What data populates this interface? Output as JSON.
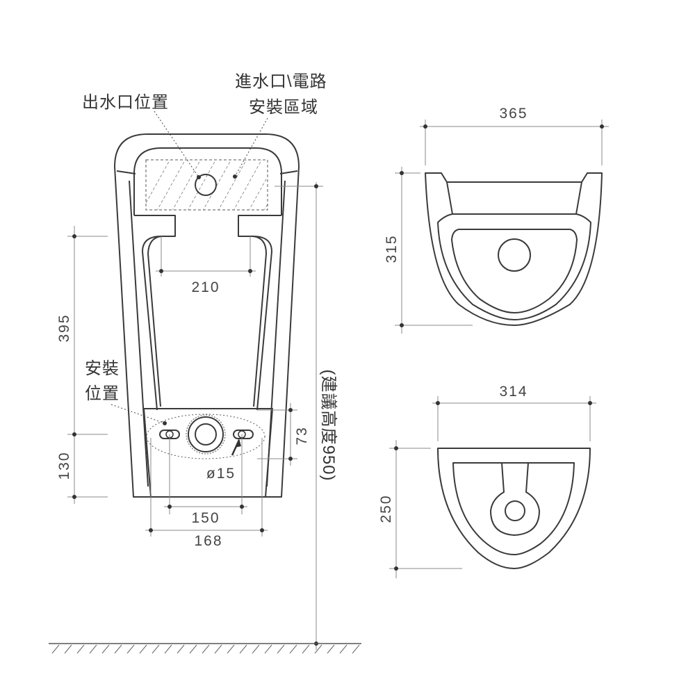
{
  "labels": {
    "outlet_position": "出水口位置",
    "inlet_line1": "進水口\\電路",
    "inlet_line2": "安裝區域",
    "install_line1": "安裝",
    "install_line2": "位置",
    "recommended_height": "(建議高度950)"
  },
  "dimensions": {
    "width_top": "365",
    "depth_top": "315",
    "width_bottom": "314",
    "depth_bottom": "250",
    "spacing_210": "210",
    "height_395": "395",
    "height_130": "130",
    "spacing_150": "150",
    "spacing_168": "168",
    "offset_73": "73",
    "diameter_15": "ø15"
  }
}
